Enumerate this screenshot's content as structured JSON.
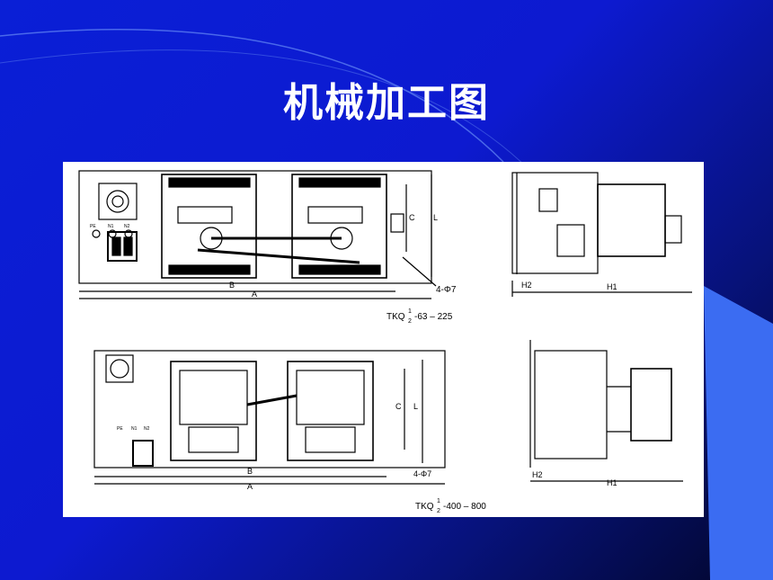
{
  "slide": {
    "title": "机械加工图"
  },
  "drawing": {
    "top": {
      "dim_A": "A",
      "dim_B": "B",
      "dim_C": "C",
      "dim_L": "L",
      "hole_note": "4-Φ7",
      "model": "TKQ",
      "model_sup": "1",
      "model_sub": "2",
      "model_range": "-63 – 225",
      "side_H1": "H1",
      "side_H2": "H2",
      "terminals": [
        "PE",
        "N1",
        "N2"
      ]
    },
    "bottom": {
      "dim_A": "A",
      "dim_B": "B",
      "dim_C": "C",
      "dim_L": "L",
      "hole_note": "4-Φ7",
      "model": "TKQ",
      "model_sup": "1",
      "model_sub": "2",
      "model_range": "-400 – 800",
      "side_H1": "H1",
      "side_H2": "H2",
      "terminals": [
        "PE",
        "N1",
        "N2"
      ]
    }
  },
  "colors": {
    "background_start": "#0a1fd6",
    "background_end": "#02062a",
    "accent_shape": "#3b6cf2",
    "title_text": "#ffffff"
  }
}
